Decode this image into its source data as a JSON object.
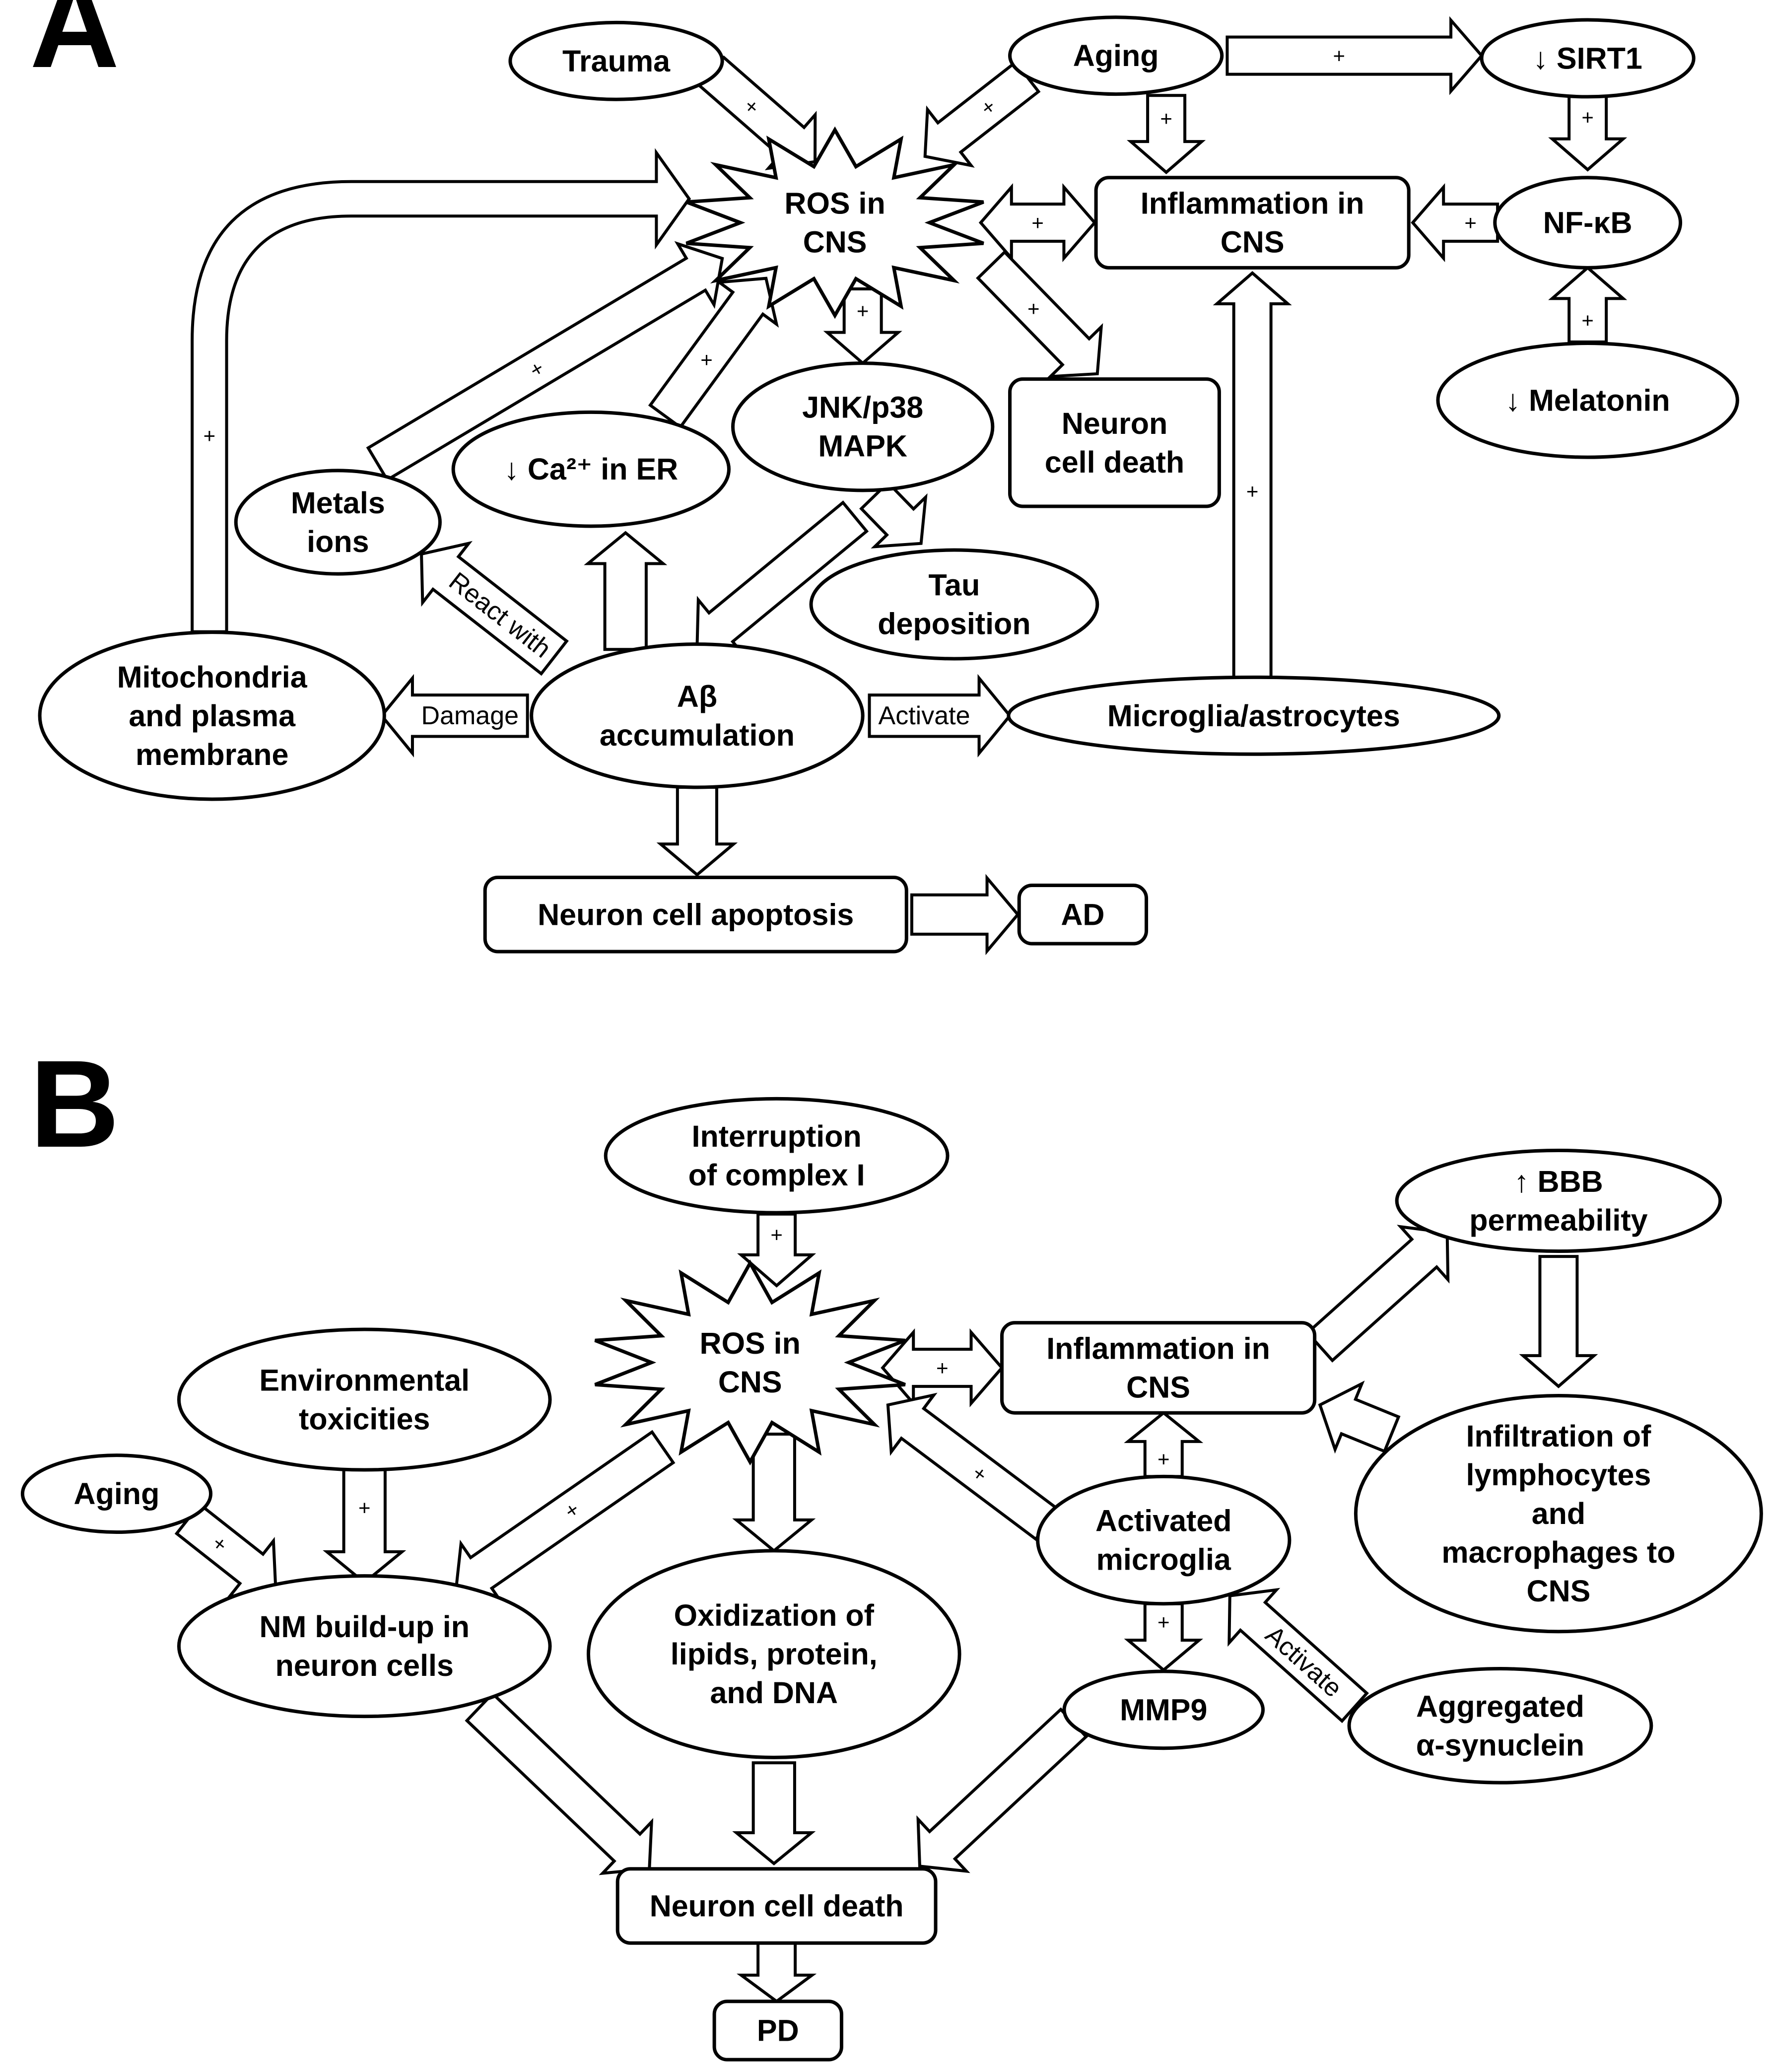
{
  "panels": [
    {
      "id": "A",
      "label": "A",
      "nodes": [
        {
          "id": "trauma",
          "lines": [
            "Trauma"
          ]
        },
        {
          "id": "aging_a",
          "lines": [
            "Aging"
          ]
        },
        {
          "id": "sirt1",
          "lines": [
            "↓ SIRT1"
          ]
        },
        {
          "id": "ros_a",
          "lines": [
            "ROS in",
            "CNS"
          ]
        },
        {
          "id": "inflam_a",
          "lines": [
            "Inflammation in",
            "CNS"
          ]
        },
        {
          "id": "nfkb",
          "lines": [
            "NF-κB"
          ]
        },
        {
          "id": "jnk",
          "lines": [
            "JNK/p38",
            "MAPK"
          ]
        },
        {
          "id": "neuron_death_a",
          "lines": [
            "Neuron",
            "cell death"
          ]
        },
        {
          "id": "melatonin",
          "lines": [
            "↓ Melatonin"
          ]
        },
        {
          "id": "metals",
          "lines": [
            "Metals",
            "ions"
          ]
        },
        {
          "id": "ca_er",
          "lines": [
            "↓ Ca²⁺ in ER"
          ]
        },
        {
          "id": "tau",
          "lines": [
            "Tau",
            "deposition"
          ]
        },
        {
          "id": "mito",
          "lines": [
            "Mitochondria",
            "and plasma",
            "membrane"
          ]
        },
        {
          "id": "abeta",
          "lines": [
            "Aβ",
            "accumulation"
          ]
        },
        {
          "id": "microglia_a",
          "lines": [
            "Microglia/astrocytes"
          ]
        },
        {
          "id": "apoptosis",
          "lines": [
            "Neuron cell apoptosis"
          ]
        },
        {
          "id": "ad",
          "lines": [
            "AD"
          ]
        }
      ],
      "edge_labels": {
        "plus": "+",
        "react_with": "React with",
        "damage": "Damage",
        "activate": "Activate"
      }
    },
    {
      "id": "B",
      "label": "B",
      "nodes": [
        {
          "id": "complex1",
          "lines": [
            "Interruption",
            "of complex I"
          ]
        },
        {
          "id": "bbb",
          "lines": [
            "↑ BBB",
            "permeability"
          ]
        },
        {
          "id": "ros_b",
          "lines": [
            "ROS in",
            "CNS"
          ]
        },
        {
          "id": "inflam_b",
          "lines": [
            "Inflammation in",
            "CNS"
          ]
        },
        {
          "id": "env_tox",
          "lines": [
            "Environmental",
            "toxicities"
          ]
        },
        {
          "id": "infiltration",
          "lines": [
            "Infiltration of",
            "lymphocytes",
            "and",
            "macrophages to",
            "CNS"
          ]
        },
        {
          "id": "aging_b",
          "lines": [
            "Aging"
          ]
        },
        {
          "id": "act_microglia",
          "lines": [
            "Activated",
            "microglia"
          ]
        },
        {
          "id": "nm_buildup",
          "lines": [
            "NM build-up in",
            "neuron cells"
          ]
        },
        {
          "id": "oxidization",
          "lines": [
            "Oxidization of",
            "lipids, protein,",
            "and DNA"
          ]
        },
        {
          "id": "mmp9",
          "lines": [
            "MMP9"
          ]
        },
        {
          "id": "asyn",
          "lines": [
            "Aggregated",
            "α-synuclein"
          ]
        },
        {
          "id": "neuron_death_b",
          "lines": [
            "Neuron cell death"
          ]
        },
        {
          "id": "pd",
          "lines": [
            "PD"
          ]
        }
      ],
      "edge_labels": {
        "plus": "+",
        "activate": "Activate"
      }
    }
  ]
}
